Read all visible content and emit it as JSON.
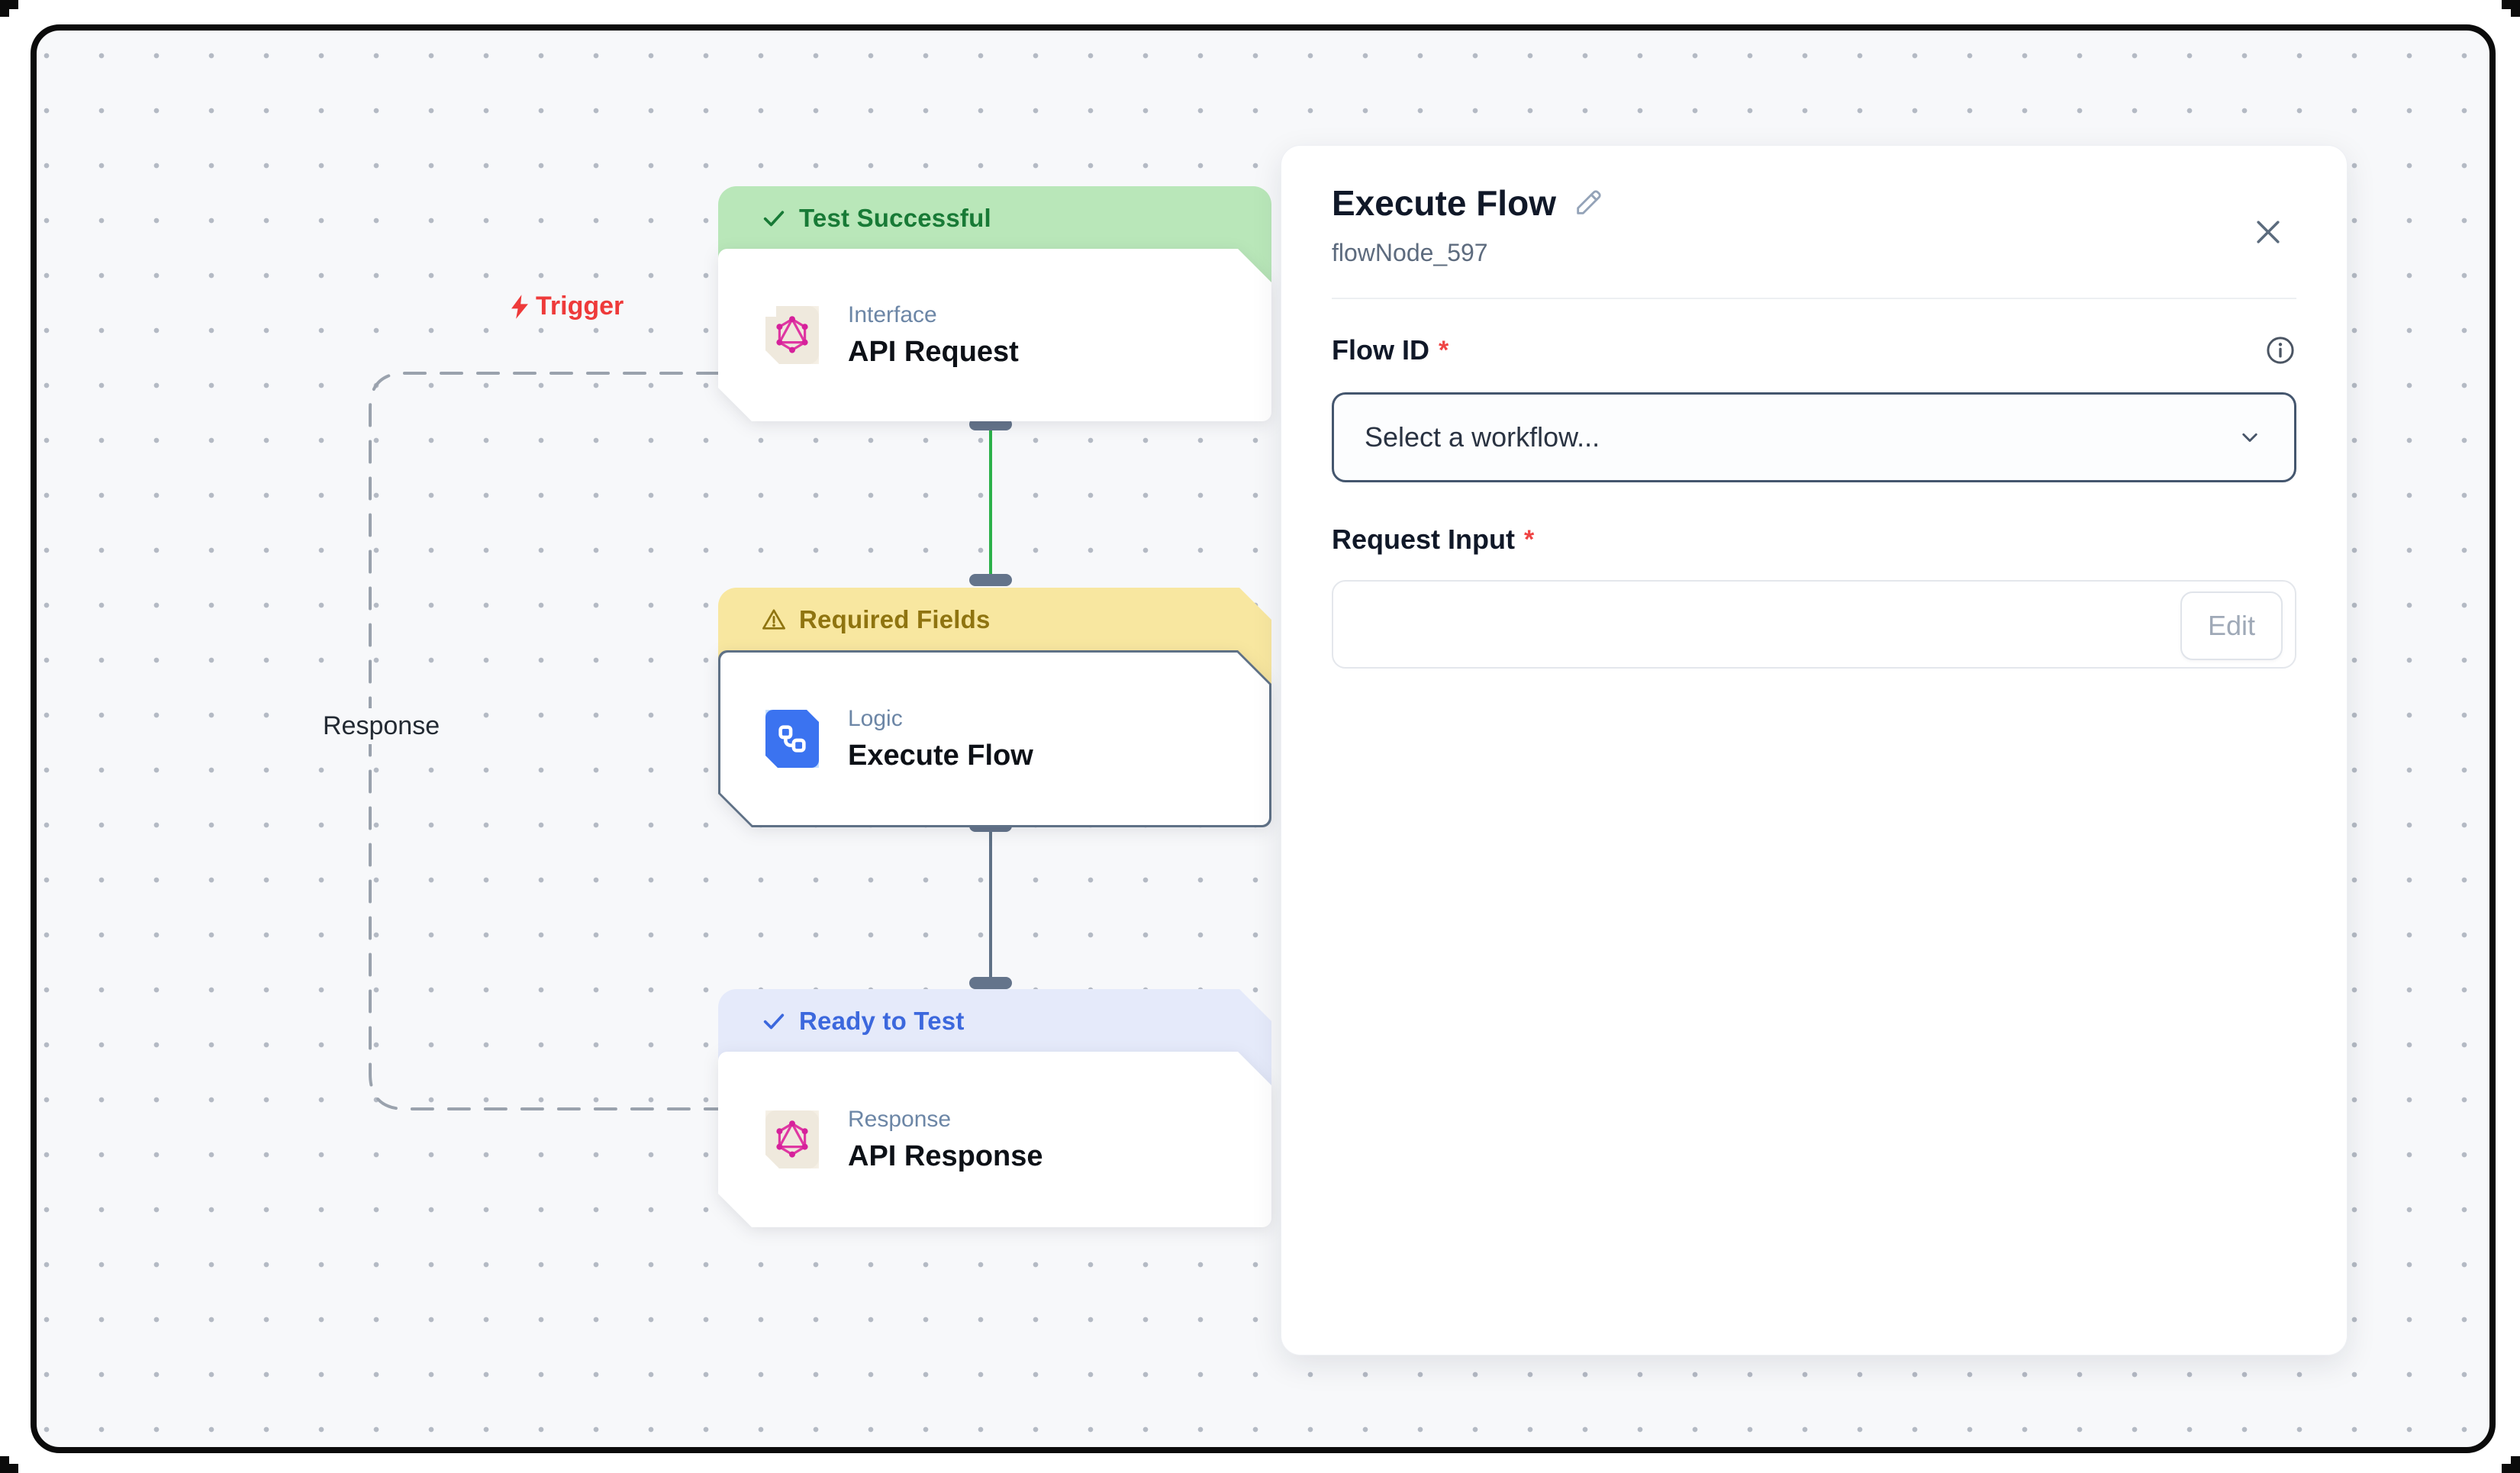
{
  "canvas": {
    "nodes": [
      {
        "id": "api-request",
        "status": {
          "label": "Test Successful",
          "icon": "check-icon",
          "color": "#187a36",
          "bg": "#b9e7b9"
        },
        "category": "Interface",
        "title": "API Request",
        "icon": "graphql-icon"
      },
      {
        "id": "execute-flow",
        "status": {
          "label": "Required Fields",
          "icon": "warning-icon",
          "color": "#8f7410",
          "bg": "#f8e7a0"
        },
        "category": "Logic",
        "title": "Execute Flow",
        "icon": "flow-icon",
        "selected": true
      },
      {
        "id": "api-response",
        "status": {
          "label": "Ready to Test",
          "icon": "check-icon",
          "color": "#3c68dd",
          "bg": "#e5eafa"
        },
        "category": "Response",
        "title": "API Response",
        "icon": "graphql-icon"
      }
    ],
    "edges": {
      "trigger_label": "Trigger",
      "response_label": "Response",
      "success_edge_color": "#2cb14a",
      "default_edge_color": "#5f7186",
      "trigger_color": "#ee3a3a"
    }
  },
  "panel": {
    "title": "Execute Flow",
    "subtitle": "flowNode_597",
    "edit_title_icon": "pencil-icon",
    "close_icon": "close-icon",
    "fields": {
      "flow_id": {
        "label": "Flow ID",
        "required_marker": "*",
        "info_icon": "info-icon",
        "select_placeholder": "Select a workflow...",
        "chevron_icon": "chevron-down-icon"
      },
      "request_input": {
        "label": "Request Input",
        "required_marker": "*",
        "value": "",
        "edit_button_label": "Edit"
      }
    }
  }
}
